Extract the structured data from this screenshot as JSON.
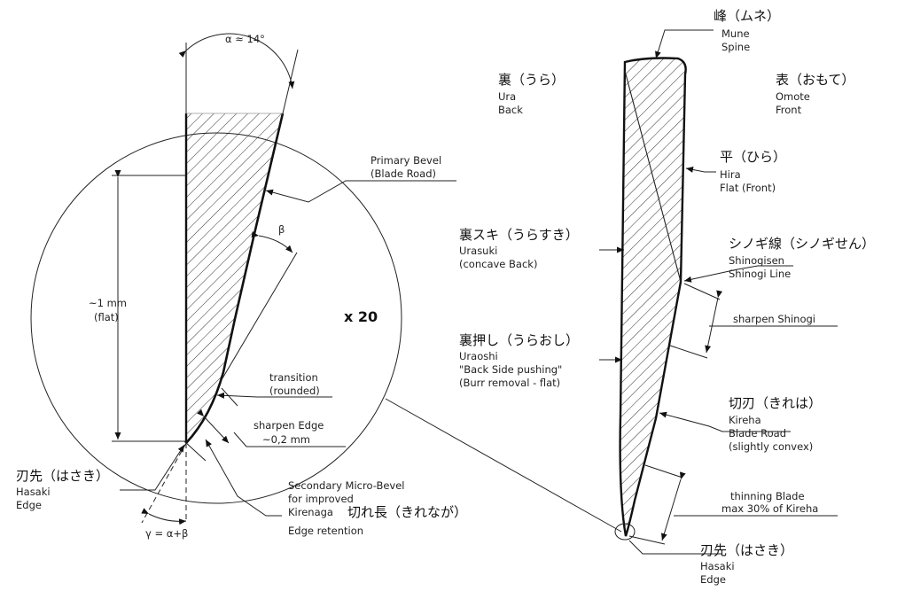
{
  "left": {
    "alpha": "α ≈ 14°",
    "beta": "β",
    "gamma": "γ = α+β",
    "mm1": "~1 mm",
    "flat": "(flat)",
    "magnification": "x 20",
    "primary_bevel": "Primary Bevel",
    "blade_road": "(Blade Road)",
    "transition": "transition",
    "rounded": "(rounded)",
    "sharpen_edge": "sharpen Edge",
    "sharpen_edge_size": "~0,2 mm",
    "hasaki_jp": "刃先（はさき）",
    "hasaki": "Hasaki",
    "edge": "Edge",
    "micro_bevel_1": "Secondary Micro-Bevel",
    "micro_bevel_2": "for improved",
    "kirenaga": "Kirenaga",
    "kirenaga_jp": "切れ長（きれなが）",
    "edge_retention": "Edge retention"
  },
  "right": {
    "mune_jp": "峰（ムネ）",
    "mune": "Mune",
    "spine": "Spine",
    "ura_jp": "裏（うら）",
    "ura": "Ura",
    "back": "Back",
    "omote_jp": "表（おもて）",
    "omote": "Omote",
    "front": "Front",
    "hira_jp": "平（ひら）",
    "hira": "Hira",
    "flat_front": "Flat (Front)",
    "urasuki_jp": "裏スキ（うらすき）",
    "urasuki": "Urasuki",
    "concave_back": "(concave Back)",
    "shinogi_jp": "シノギ線（シノギせん）",
    "shinogisen": "Shinogisen",
    "shinogi_line": "Shinogi Line",
    "sharpen_shinogi": "sharpen Shinogi",
    "uraoshi_jp": "裏押し（うらおし）",
    "uraoshi": "Uraoshi",
    "back_side_pushing": "\"Back Side pushing\"",
    "burr_removal": "(Burr removal - flat)",
    "kireha_jp": "切刃（きれは）",
    "kireha": "Kireha",
    "blade_road": "Blade Road",
    "slightly_convex": "(slightly convex)",
    "thinning_1": "thinning Blade",
    "thinning_2": "max 30% of Kireha",
    "hasaki_jp": "刃先（はさき）",
    "hasaki": "Hasaki",
    "edge": "Edge"
  }
}
